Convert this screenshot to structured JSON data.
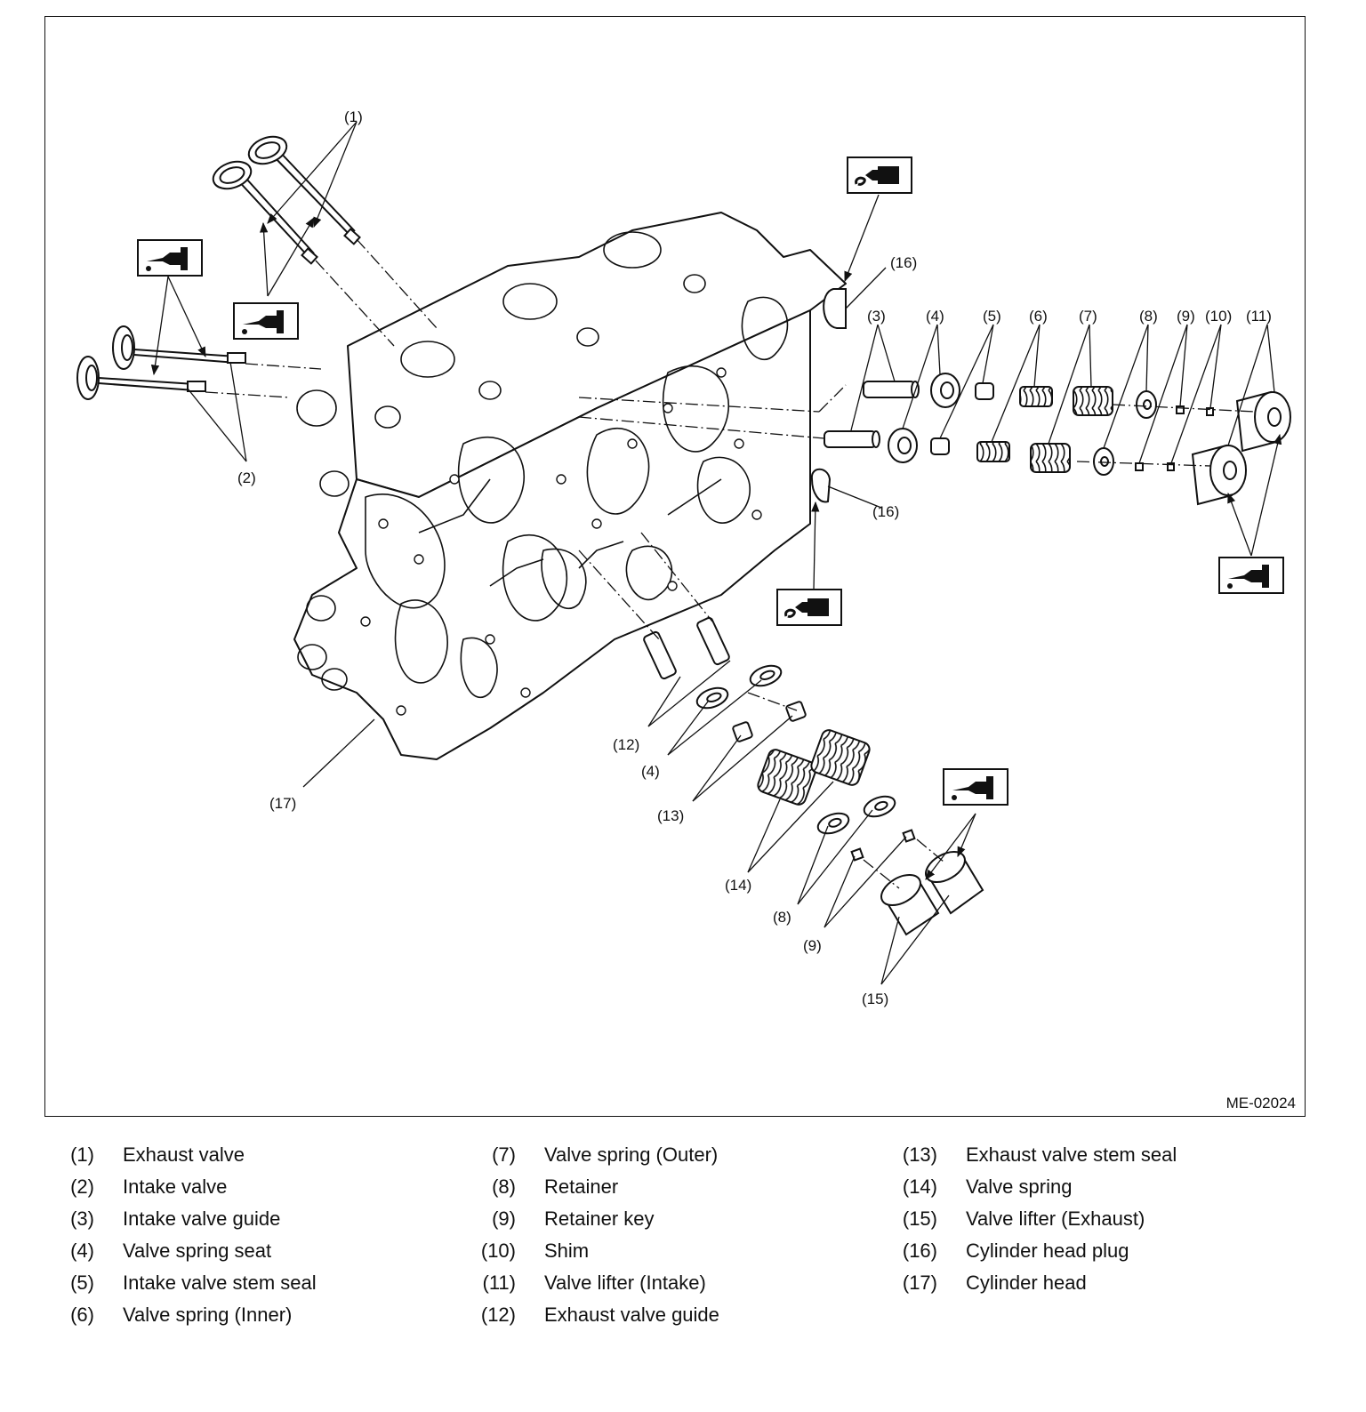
{
  "figure": {
    "code": "ME-02024",
    "callouts": {
      "c1": "(1)",
      "c2": "(2)",
      "c3": "(3)",
      "c4a": "(4)",
      "c4b": "(4)",
      "c5": "(5)",
      "c6": "(6)",
      "c7": "(7)",
      "c8a": "(8)",
      "c8b": "(8)",
      "c9a": "(9)",
      "c9b": "(9)",
      "c10": "(10)",
      "c11": "(11)",
      "c12": "(12)",
      "c13": "(13)",
      "c14": "(14)",
      "c15": "(15)",
      "c16a": "(16)",
      "c16b": "(16)",
      "c17": "(17)"
    },
    "symbols": [
      "oil-can-icon",
      "oil-can-icon",
      "oil-can-icon",
      "oil-can-icon",
      "grease-icon",
      "grease-icon"
    ]
  },
  "legend": {
    "columns": [
      [
        {
          "num": "(1)",
          "label": "Exhaust valve"
        },
        {
          "num": "(2)",
          "label": "Intake valve"
        },
        {
          "num": "(3)",
          "label": "Intake valve guide"
        },
        {
          "num": "(4)",
          "label": "Valve spring seat"
        },
        {
          "num": "(5)",
          "label": "Intake valve stem seal"
        },
        {
          "num": "(6)",
          "label": "Valve spring (Inner)"
        }
      ],
      [
        {
          "num": "(7)",
          "label": "Valve spring (Outer)"
        },
        {
          "num": "(8)",
          "label": "Retainer"
        },
        {
          "num": "(9)",
          "label": "Retainer key"
        },
        {
          "num": "(10)",
          "label": "Shim"
        },
        {
          "num": "(11)",
          "label": "Valve lifter (Intake)"
        },
        {
          "num": "(12)",
          "label": "Exhaust valve guide"
        }
      ],
      [
        {
          "num": "(13)",
          "label": "Exhaust valve stem seal"
        },
        {
          "num": "(14)",
          "label": "Valve spring"
        },
        {
          "num": "(15)",
          "label": "Valve lifter (Exhaust)"
        },
        {
          "num": "(16)",
          "label": "Cylinder head plug"
        },
        {
          "num": "(17)",
          "label": "Cylinder head"
        }
      ]
    ]
  }
}
